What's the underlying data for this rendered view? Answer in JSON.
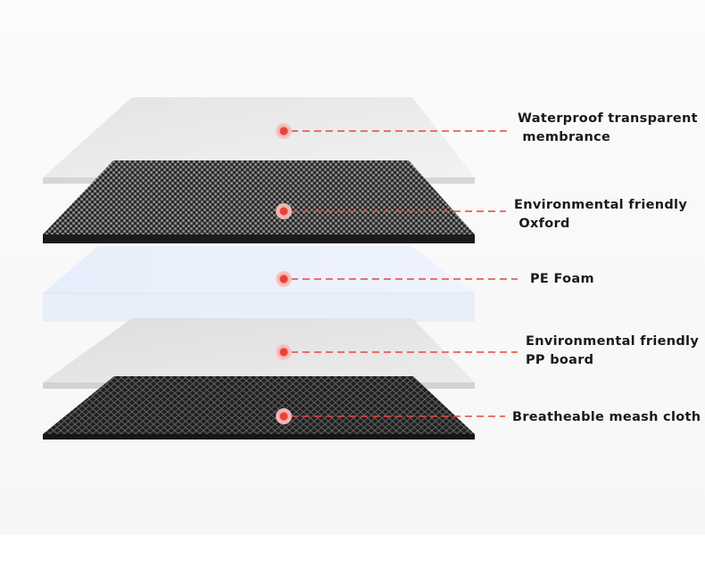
{
  "layers": [
    {
      "id": "waterproof-membrane",
      "lines": [
        "Waterproof transparent",
        " membrance"
      ]
    },
    {
      "id": "oxford",
      "lines": [
        "Environmental friendly",
        " Oxford"
      ]
    },
    {
      "id": "pe-foam",
      "lines": [
        "PE Foam"
      ]
    },
    {
      "id": "pp-board",
      "lines": [
        "Environmental friendly",
        "PP board"
      ]
    },
    {
      "id": "mesh-cloth",
      "lines": [
        "Breatheable meash cloth"
      ]
    }
  ],
  "colors": {
    "marker": "#e8413a",
    "leader_line": "#e6463e",
    "membrane": "#e9e9e9",
    "oxford": "#2e2e2e",
    "foam": "#eaf0fb",
    "pp_board": "#e4e4e4",
    "mesh": "#262626"
  }
}
